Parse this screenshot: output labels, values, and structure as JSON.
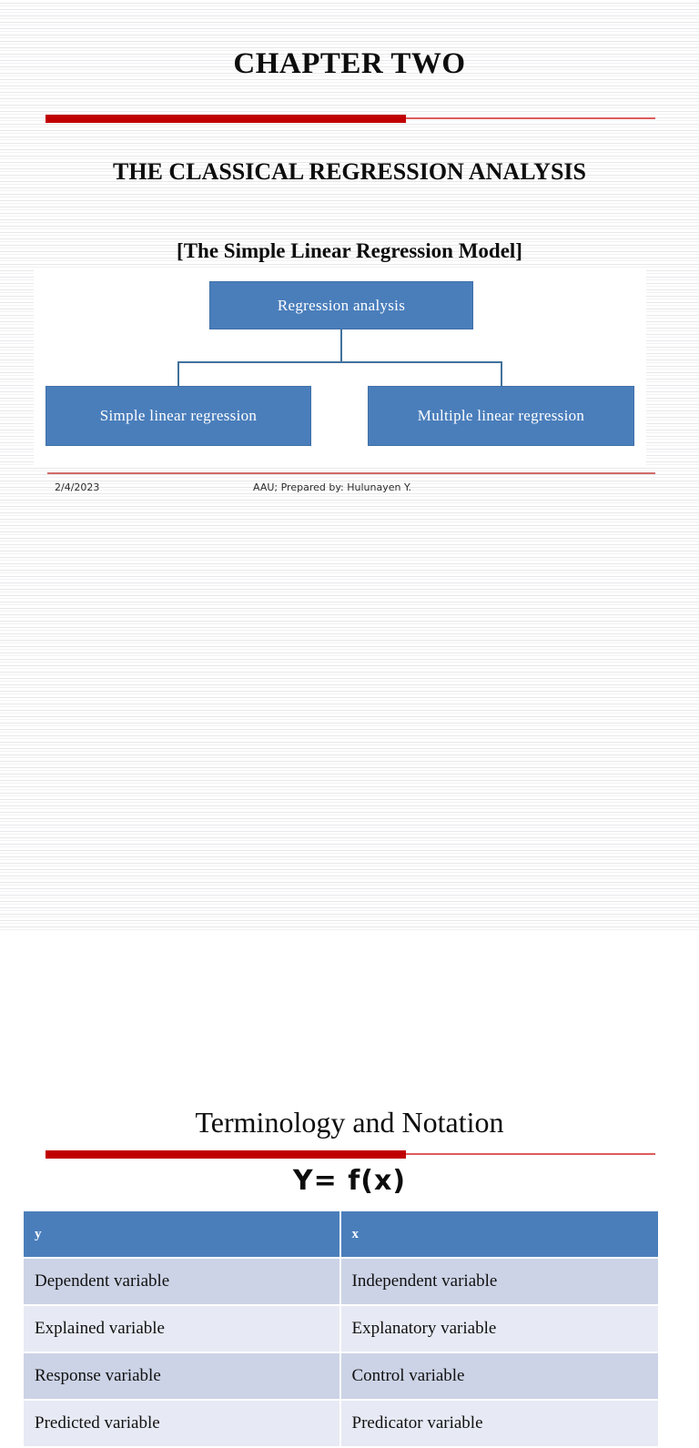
{
  "slide_one": {
    "chapter_title": "CHAPTER TWO",
    "subtitle": "THE CLASSICAL REGRESSION ANALYSIS",
    "bracket_subtitle": "[The Simple Linear Regression Model]",
    "diagram": {
      "root": "Regression analysis",
      "children": [
        "Simple linear regression",
        "Multiple linear regression"
      ]
    },
    "footer": {
      "date": "2/4/2023",
      "credit": "AAU; Prepared by: Hulunayen Y."
    }
  },
  "slide_two": {
    "section_title": "Terminology and Notation",
    "formula": "Y= f(x)",
    "table": {
      "headers": [
        "y",
        "x"
      ],
      "rows": [
        [
          "Dependent variable",
          "Independent variable"
        ],
        [
          "Explained variable",
          "Explanatory variable"
        ],
        [
          "Response variable",
          "Control variable"
        ],
        [
          "Predicted variable",
          "Predicator variable"
        ]
      ]
    }
  },
  "colors": {
    "accent_blue": "#4a7ebb",
    "connector_blue": "#41719c",
    "rule_red": "#c00000",
    "rule_red_light": "#dd5b5b",
    "row_dark": "#ccd3e6",
    "row_light": "#e7eaf4"
  }
}
